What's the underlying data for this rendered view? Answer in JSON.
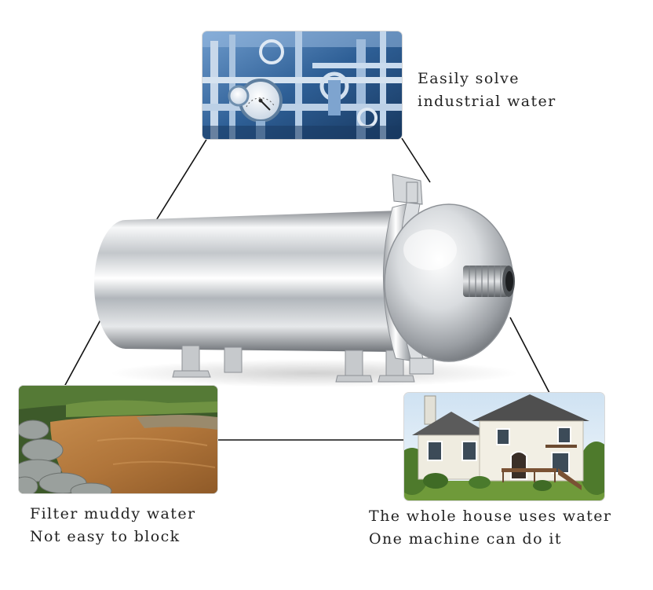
{
  "captions": {
    "industrial": {
      "line1": "Easily solve",
      "line2": "industrial water"
    },
    "muddy": {
      "line1": "Filter muddy water",
      "line2": "Not easy to block"
    },
    "house": {
      "line1": "The whole house uses water",
      "line2": "One machine can do it"
    }
  },
  "images": {
    "industrial": "industrial-pipes-gauge-photo",
    "muddy": "muddy-river-photo",
    "house": "house-photo",
    "product": "stainless-steel-water-filter"
  },
  "colors": {
    "industrial_tint": "#2e5f96",
    "mud": "#b0753a",
    "steel": "#d8dbde",
    "line": "#111111"
  }
}
